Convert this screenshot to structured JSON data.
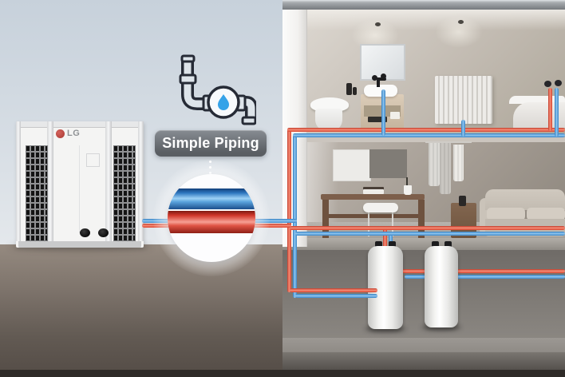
{
  "scene_title": "LG heat pump simple piping house cutaway",
  "badge": {
    "label": "Simple Piping",
    "bg_top": "#878c92",
    "bg_bottom": "#5a5e63",
    "text_color": "#ffffff"
  },
  "unit": {
    "logo_label": "LG",
    "logo_accent": "#b5453f",
    "body_color": "#f4f4f3"
  },
  "piping": {
    "hot_color": "#e2503a",
    "cold_color": "#4f9fe0"
  },
  "callout": {
    "type": "pipe-cross-section",
    "cold_pipe_color": "#2e77c0",
    "hot_pipe_color": "#d9452f",
    "background": "#fdfdfe"
  },
  "icon": {
    "name": "pump-piping-icon",
    "outline_color": "#262b36",
    "droplet_color": "#35a3e8"
  }
}
